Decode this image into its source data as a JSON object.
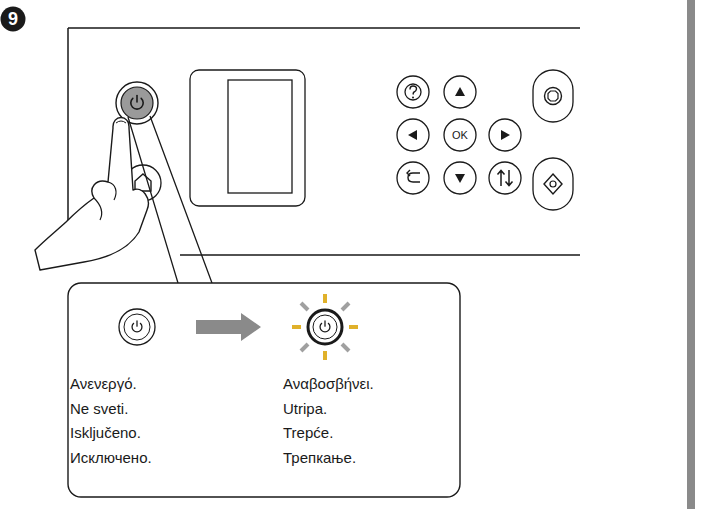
{
  "diagram": {
    "nodes": [
      {
        "text": [
          "Ανενεργό.",
          "Ne sveti.",
          "Isključeno.",
          "Исключено."
        ]
      },
      {
        "text": [
          "Αναβοσβήνει.",
          "Utripa.",
          "Trepće.",
          "Трепкање."
        ]
      }
    ],
    "edges": [
      {
        "from": 0,
        "to": 1,
        "arrow": "to"
      }
    ],
    "labels": [
      "9",
      "OK"
    ]
  }
}
